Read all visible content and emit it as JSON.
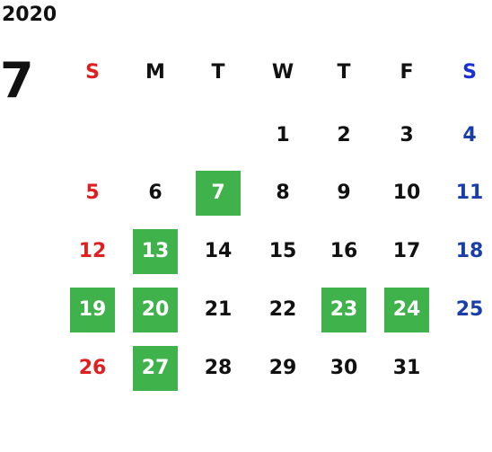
{
  "calendar": {
    "year": "2020",
    "month": "7",
    "weekdays": [
      "S",
      "M",
      "T",
      "W",
      "T",
      "F",
      "S"
    ],
    "days": [
      {
        "label": "1",
        "highlighted": false
      },
      {
        "label": "2",
        "highlighted": false
      },
      {
        "label": "3",
        "highlighted": false
      },
      {
        "label": "4",
        "highlighted": false
      },
      {
        "label": "5",
        "highlighted": false
      },
      {
        "label": "6",
        "highlighted": false
      },
      {
        "label": "7",
        "highlighted": true
      },
      {
        "label": "8",
        "highlighted": false
      },
      {
        "label": "9",
        "highlighted": false
      },
      {
        "label": "10",
        "highlighted": false
      },
      {
        "label": "11",
        "highlighted": false
      },
      {
        "label": "12",
        "highlighted": false
      },
      {
        "label": "13",
        "highlighted": true
      },
      {
        "label": "14",
        "highlighted": false
      },
      {
        "label": "15",
        "highlighted": false
      },
      {
        "label": "16",
        "highlighted": false
      },
      {
        "label": "17",
        "highlighted": false
      },
      {
        "label": "18",
        "highlighted": false
      },
      {
        "label": "19",
        "highlighted": true
      },
      {
        "label": "20",
        "highlighted": true
      },
      {
        "label": "21",
        "highlighted": false
      },
      {
        "label": "22",
        "highlighted": false
      },
      {
        "label": "23",
        "highlighted": true
      },
      {
        "label": "24",
        "highlighted": true
      },
      {
        "label": "25",
        "highlighted": false
      },
      {
        "label": "26",
        "highlighted": false
      },
      {
        "label": "27",
        "highlighted": true
      },
      {
        "label": "28",
        "highlighted": false
      },
      {
        "label": "29",
        "highlighted": false
      },
      {
        "label": "30",
        "highlighted": false
      },
      {
        "label": "31",
        "highlighted": false
      }
    ]
  },
  "colors": {
    "sunday": "#e02020",
    "saturday": "#1a3ea8",
    "saturday_header": "#1a2fd6",
    "weekday": "#111111",
    "highlight_bg": "#3fb24c",
    "highlight_text": "#ffffff"
  }
}
